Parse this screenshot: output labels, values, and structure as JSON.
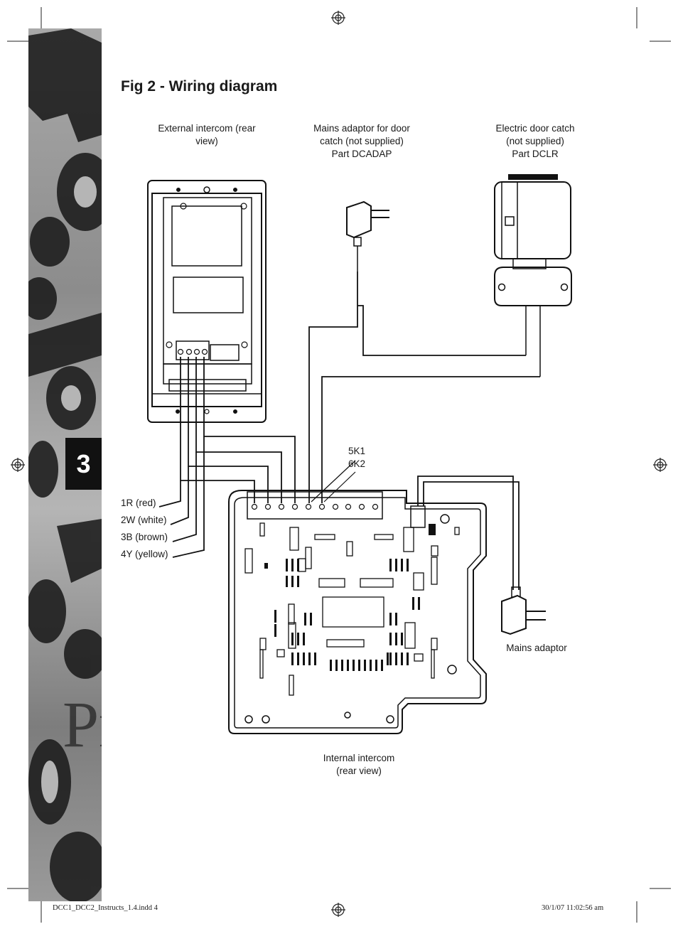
{
  "page": {
    "number": "3"
  },
  "figure": {
    "title": "Fig 2 - Wiring diagram",
    "labels": {
      "external_intercom": "External intercom (rear\nview)",
      "mains_adaptor_door": "Mains adaptor for door\ncatch (not supplied)\nPart DCADAP",
      "door_catch": "Electric door catch\n(not supplied)\nPart DCLR",
      "terminals": "5K1\n6K2",
      "mains_adaptor": "Mains adaptor",
      "internal_intercom": "Internal intercom\n(rear view)"
    },
    "wires": [
      {
        "id": "1R",
        "label": "1R (red)"
      },
      {
        "id": "2W",
        "label": "2W (white)"
      },
      {
        "id": "3B",
        "label": "3B (brown)"
      },
      {
        "id": "4Y",
        "label": "4Y (yellow)"
      }
    ]
  },
  "footer": {
    "file": "DCC1_DCC2_Instructs_1.4.indd   4",
    "timestamp": "30/1/07   11:02:56 am"
  }
}
